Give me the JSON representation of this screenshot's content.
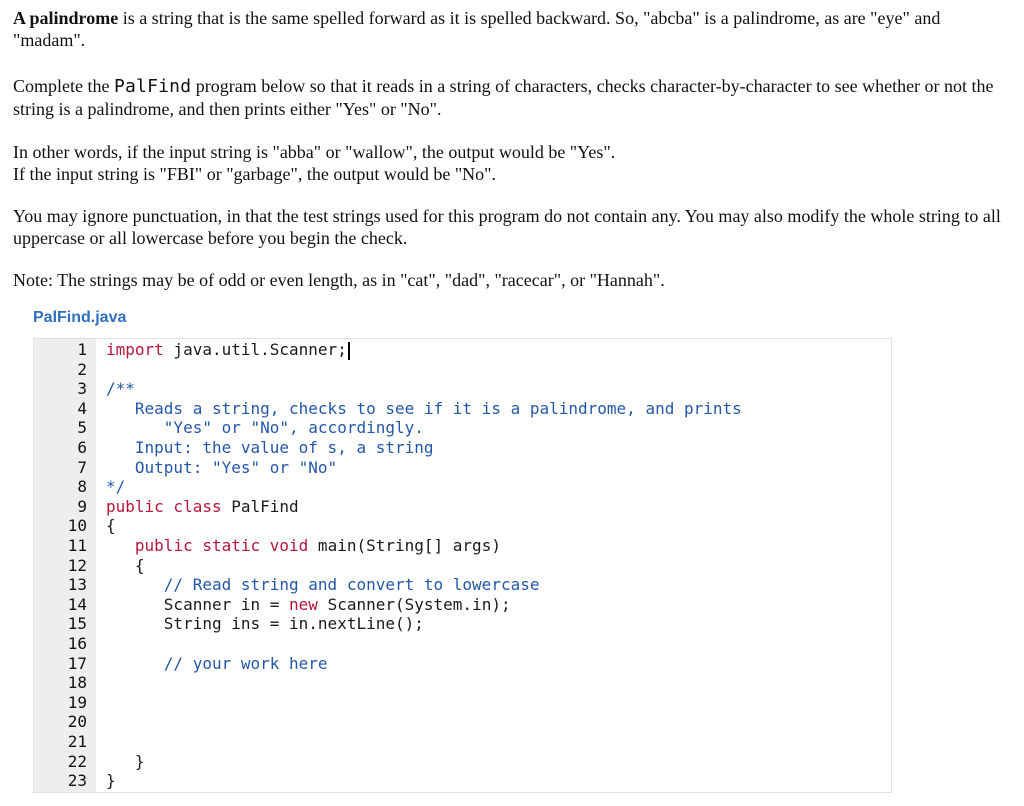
{
  "intro": {
    "p1_bold": "A palindrome",
    "p1_rest": " is a string that is the same spelled forward as it is spelled backward. So, \"abcba\" is a palindrome, as are \"eye\" and \"madam\".",
    "p2_before": "Complete the ",
    "p2_code": "PalFind",
    "p2_after": " program below so that it reads in a string of characters, checks character-by-character to see whether or not the string is a palindrome, and then prints either \"Yes\" or \"No\".",
    "p3_line1": "In other words, if the input string is \"abba\" or \"wallow\", the output would be \"Yes\".",
    "p3_line2": "If the input string is \"FBI\" or \"garbage\", the output would be \"No\".",
    "p4": "You may ignore punctuation, in that the test strings used for this program do not contain any. You may also modify the whole string to all uppercase or all lowercase before you begin the check.",
    "p5": "Note: The strings may be of odd or even length, as in \"cat\", \"dad\", \"racecar\", or \"Hannah\"."
  },
  "editor": {
    "filename": "PalFind.java",
    "lines": [
      [
        {
          "t": "import",
          "c": "kw"
        },
        {
          "t": " java.util.Scanner;"
        }
      ],
      [],
      [
        {
          "t": "/**",
          "c": "cm"
        }
      ],
      [
        {
          "t": "   Reads a string, checks to see if it is a palindrome, and prints",
          "c": "cm"
        }
      ],
      [
        {
          "t": "      \"Yes\" or \"No\", accordingly.",
          "c": "cm"
        }
      ],
      [
        {
          "t": "   Input: the value of s, a string",
          "c": "cm"
        }
      ],
      [
        {
          "t": "   Output: \"Yes\" or \"No\"",
          "c": "cm"
        }
      ],
      [
        {
          "t": "*/",
          "c": "cm"
        }
      ],
      [
        {
          "t": "public class",
          "c": "kw"
        },
        {
          "t": " PalFind"
        }
      ],
      [
        {
          "t": "{"
        }
      ],
      [
        {
          "t": "   "
        },
        {
          "t": "public static void",
          "c": "kw"
        },
        {
          "t": " main(String[] args)"
        }
      ],
      [
        {
          "t": "   {"
        }
      ],
      [
        {
          "t": "      "
        },
        {
          "t": "// Read string and convert to lowercase",
          "c": "cm"
        }
      ],
      [
        {
          "t": "      Scanner in = "
        },
        {
          "t": "new",
          "c": "kw"
        },
        {
          "t": " Scanner(System.in);"
        }
      ],
      [
        {
          "t": "      String ins = in.nextLine();"
        }
      ],
      [],
      [
        {
          "t": "      "
        },
        {
          "t": "// your work here",
          "c": "cm"
        }
      ],
      [],
      [],
      [],
      [],
      [
        {
          "t": "   }"
        }
      ],
      [
        {
          "t": "}"
        }
      ]
    ],
    "line_numbers": [
      "1",
      "2",
      "3",
      "4",
      "5",
      "6",
      "7",
      "8",
      "9",
      "10",
      "11",
      "12",
      "13",
      "14",
      "15",
      "16",
      "17",
      "18",
      "19",
      "20",
      "21",
      "22",
      "23"
    ]
  }
}
